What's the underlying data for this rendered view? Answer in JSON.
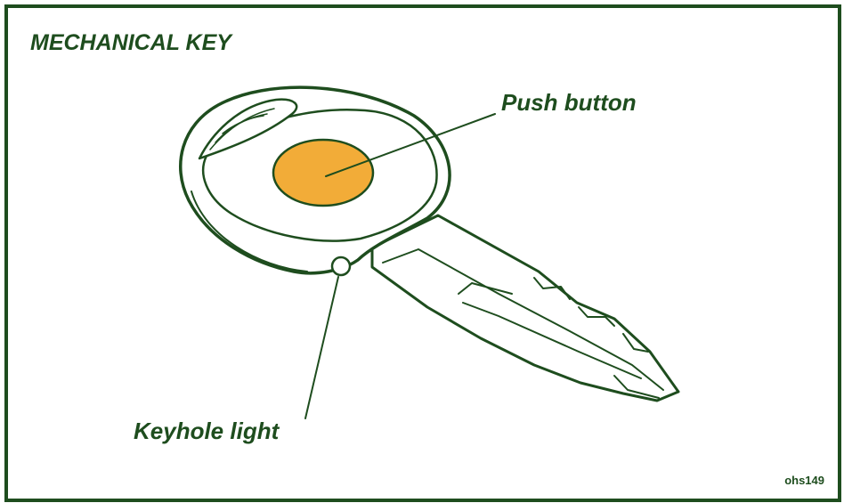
{
  "title": "MECHANICAL KEY",
  "callouts": {
    "push_button": "Push button",
    "keyhole_light": "Keyhole light"
  },
  "reference_code": "ohs149",
  "colors": {
    "frame": "#1e4d1e",
    "ink": "#1e4d1e",
    "push_button_fill": "#f2ac38",
    "background": "#ffffff"
  }
}
